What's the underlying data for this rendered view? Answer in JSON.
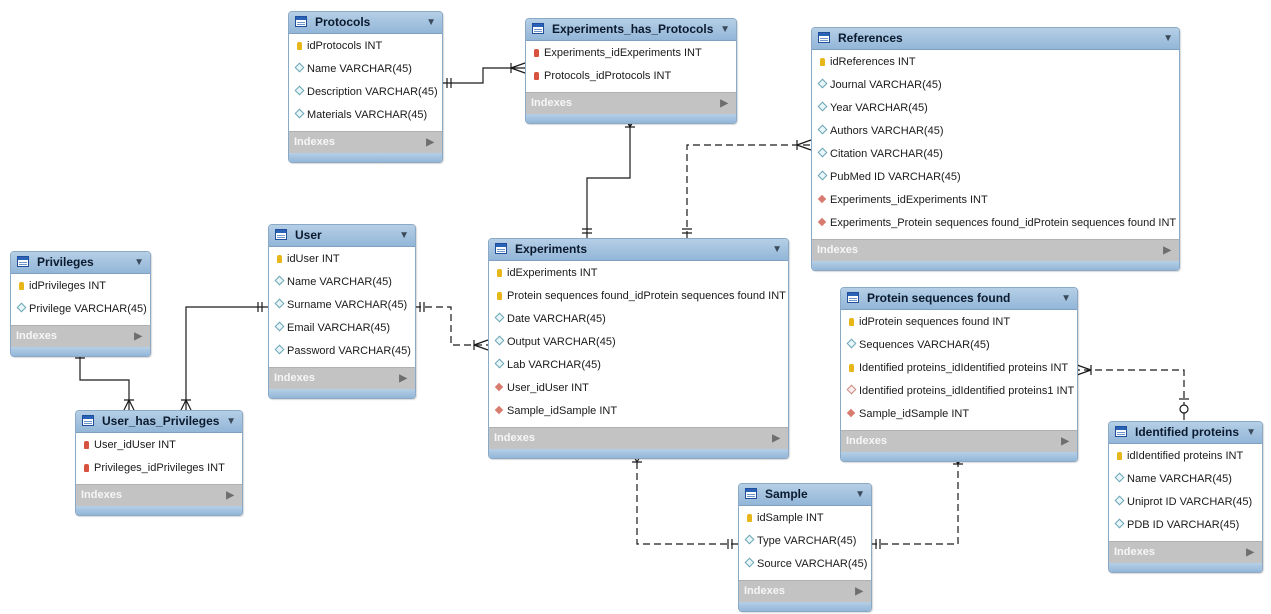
{
  "tables": [
    {
      "id": "protocols",
      "name": "Protocols",
      "columns": [
        {
          "icon": "pk",
          "text": "idProtocols INT"
        },
        {
          "icon": "col-d",
          "text": "Name VARCHAR(45)"
        },
        {
          "icon": "col-d",
          "text": "Description VARCHAR(45)"
        },
        {
          "icon": "col-d",
          "text": "Materials VARCHAR(45)"
        }
      ]
    },
    {
      "id": "experiments-has-protocols",
      "name": "Experiments_has_Protocols",
      "columns": [
        {
          "icon": "fk",
          "text": "Experiments_idExperiments INT"
        },
        {
          "icon": "fk",
          "text": "Protocols_idProtocols INT"
        }
      ]
    },
    {
      "id": "references",
      "name": "References",
      "columns": [
        {
          "icon": "pk",
          "text": "idReferences INT"
        },
        {
          "icon": "col-d",
          "text": "Journal VARCHAR(45)"
        },
        {
          "icon": "col-d",
          "text": "Year VARCHAR(45)"
        },
        {
          "icon": "col-d",
          "text": "Authors VARCHAR(45)"
        },
        {
          "icon": "col-d",
          "text": "Citation VARCHAR(45)"
        },
        {
          "icon": "col-d",
          "text": "PubMed ID VARCHAR(45)"
        },
        {
          "icon": "fkcol",
          "text": "Experiments_idExperiments INT"
        },
        {
          "icon": "fkcol",
          "text": "Experiments_Protein sequences found_idProtein sequences found INT"
        }
      ]
    },
    {
      "id": "privileges",
      "name": "Privileges",
      "columns": [
        {
          "icon": "pk",
          "text": "idPrivileges INT"
        },
        {
          "icon": "col-d",
          "text": "Privilege VARCHAR(45)"
        }
      ]
    },
    {
      "id": "user",
      "name": "User",
      "columns": [
        {
          "icon": "pk",
          "text": "idUser INT"
        },
        {
          "icon": "col-d",
          "text": "Name VARCHAR(45)"
        },
        {
          "icon": "col-d",
          "text": "Surname VARCHAR(45)"
        },
        {
          "icon": "col-d",
          "text": "Email VARCHAR(45)"
        },
        {
          "icon": "col-d",
          "text": "Password VARCHAR(45)"
        }
      ]
    },
    {
      "id": "experiments",
      "name": "Experiments",
      "columns": [
        {
          "icon": "pk",
          "text": "idExperiments INT"
        },
        {
          "icon": "pk",
          "text": "Protein sequences found_idProtein sequences found INT"
        },
        {
          "icon": "col-d",
          "text": "Date VARCHAR(45)"
        },
        {
          "icon": "col-d",
          "text": "Output VARCHAR(45)"
        },
        {
          "icon": "col-d",
          "text": "Lab VARCHAR(45)"
        },
        {
          "icon": "fkcol",
          "text": "User_idUser INT"
        },
        {
          "icon": "fkcol",
          "text": "Sample_idSample INT"
        }
      ]
    },
    {
      "id": "protein-sequences-found",
      "name": "Protein sequences found",
      "columns": [
        {
          "icon": "pk",
          "text": "idProtein sequences found INT"
        },
        {
          "icon": "col-d",
          "text": "Sequences VARCHAR(45)"
        },
        {
          "icon": "pk",
          "text": "Identified proteins_idIdentified proteins INT"
        },
        {
          "icon": "fkcol-o",
          "text": "Identified proteins_idIdentified proteins1 INT"
        },
        {
          "icon": "fkcol",
          "text": "Sample_idSample INT"
        }
      ]
    },
    {
      "id": "user-has-privileges",
      "name": "User_has_Privileges",
      "columns": [
        {
          "icon": "fk",
          "text": "User_idUser INT"
        },
        {
          "icon": "fk",
          "text": "Privileges_idPrivileges INT"
        }
      ]
    },
    {
      "id": "sample",
      "name": "Sample",
      "columns": [
        {
          "icon": "pk",
          "text": "idSample INT"
        },
        {
          "icon": "col-d",
          "text": "Type VARCHAR(45)"
        },
        {
          "icon": "col-d",
          "text": "Source VARCHAR(45)"
        }
      ]
    },
    {
      "id": "identified-proteins",
      "name": "Identified proteins",
      "columns": [
        {
          "icon": "pk",
          "text": "idIdentified proteins INT"
        },
        {
          "icon": "col-d",
          "text": "Name VARCHAR(45)"
        },
        {
          "icon": "col-d",
          "text": "Uniprot ID VARCHAR(45)"
        },
        {
          "icon": "col-d",
          "text": "PDB ID VARCHAR(45)"
        }
      ]
    }
  ],
  "indexes_label": "Indexes",
  "relations": [
    {
      "from": "protocols",
      "to": "experiments-has-protocols",
      "identifying": true
    },
    {
      "from": "experiments",
      "to": "experiments-has-protocols",
      "identifying": true
    },
    {
      "from": "experiments",
      "to": "references",
      "identifying": false
    },
    {
      "from": "user",
      "to": "experiments",
      "identifying": false
    },
    {
      "from": "privileges",
      "to": "user-has-privileges",
      "identifying": true
    },
    {
      "from": "user",
      "to": "user-has-privileges",
      "identifying": true
    },
    {
      "from": "sample",
      "to": "experiments",
      "identifying": false
    },
    {
      "from": "sample",
      "to": "protein-sequences-found",
      "identifying": false
    },
    {
      "from": "identified-proteins",
      "to": "protein-sequences-found",
      "identifying": false
    }
  ],
  "colors": {
    "header": "#a9c7e2",
    "indexes_bar": "#c3c3c3",
    "line": "#1a1a1a"
  }
}
